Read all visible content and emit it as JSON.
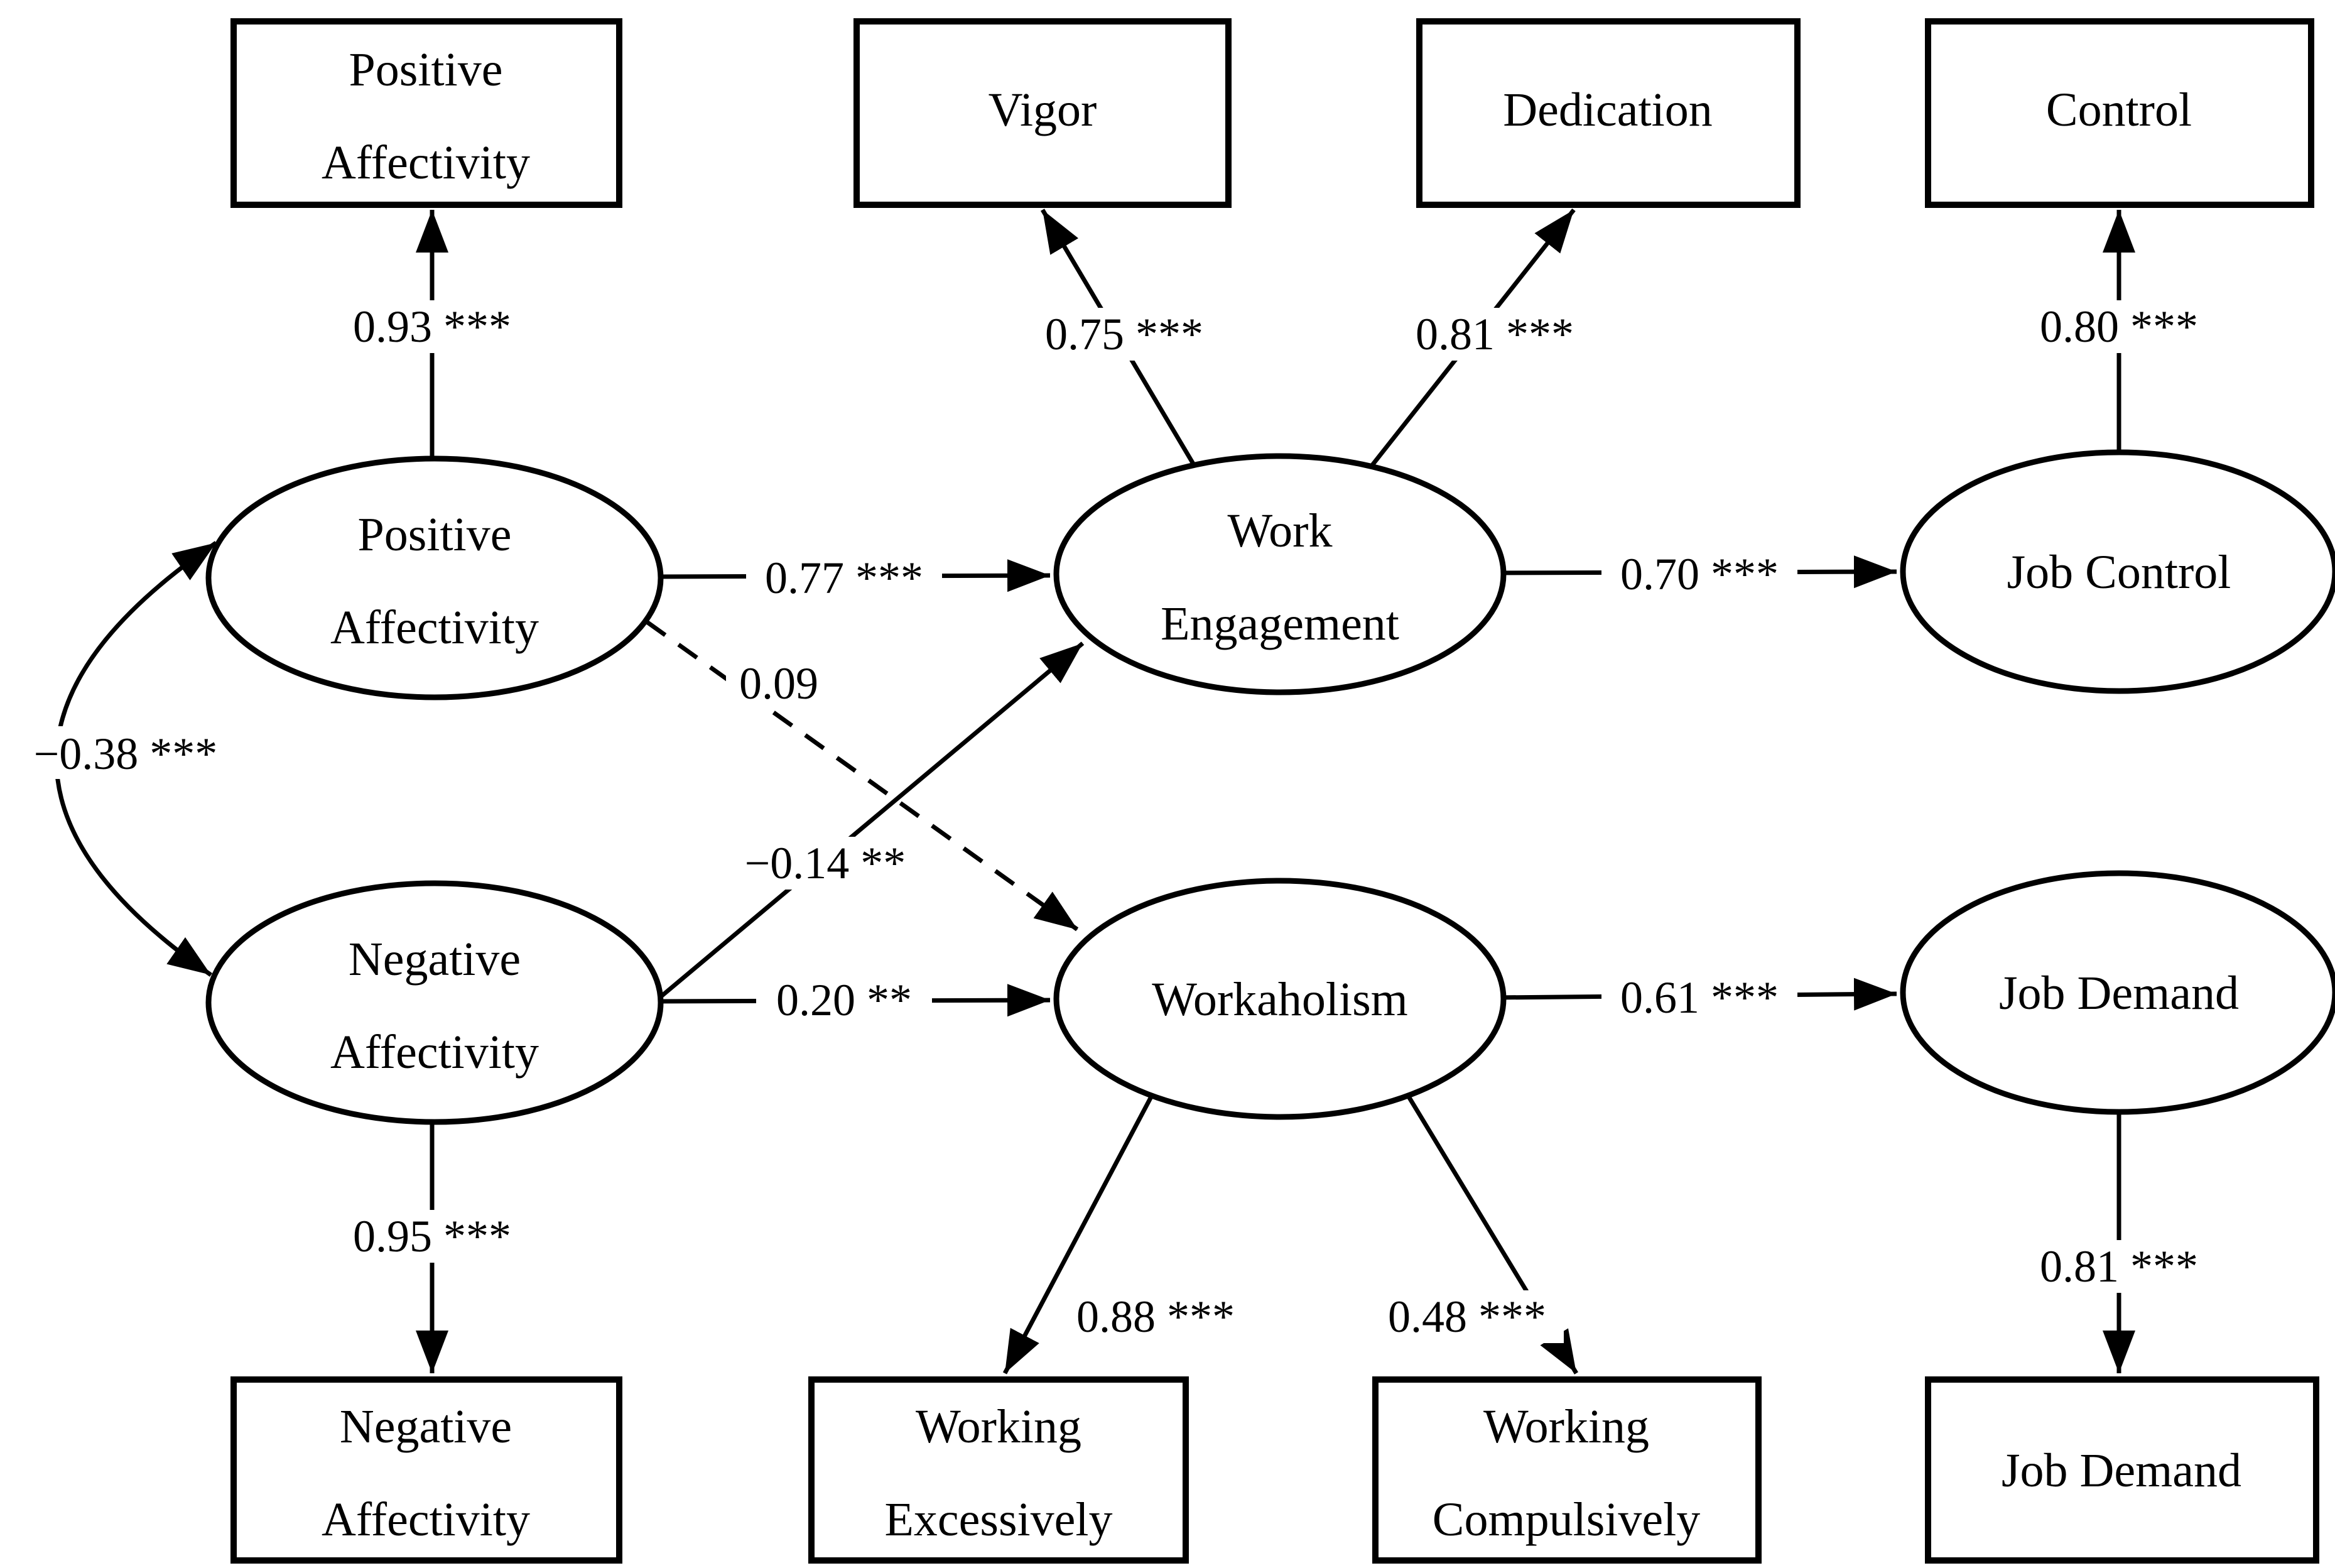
{
  "figure": {
    "type": "structural-equation-model-path-diagram",
    "background_color": "#ffffff",
    "line_color": "#000000",
    "text_color": "#000000"
  },
  "observed": {
    "positive_affectivity": {
      "line1": "Positive",
      "line2": "Affectivity"
    },
    "vigor": {
      "line1": "Vigor"
    },
    "dedication": {
      "line1": "Dedication"
    },
    "control": {
      "line1": "Control"
    },
    "negative_affectivity": {
      "line1": "Negative",
      "line2": "Affectivity"
    },
    "working_excessively": {
      "line1": "Working",
      "line2": "Excessively"
    },
    "working_compulsively": {
      "line1": "Working",
      "line2": "Compulsively"
    },
    "job_demand": {
      "line1": "Job Demand"
    }
  },
  "latent": {
    "positive_affectivity": {
      "line1": "Positive",
      "line2": "Affectivity"
    },
    "work_engagement": {
      "line1": "Work",
      "line2": "Engagement"
    },
    "job_control": {
      "line1": "Job Control"
    },
    "negative_affectivity": {
      "line1": "Negative",
      "line2": "Affectivity"
    },
    "workaholism": {
      "line1": "Workaholism"
    },
    "job_demand": {
      "line1": "Job Demand"
    }
  },
  "coefficients": {
    "pa_to_pa_observed": "0.93 ***",
    "we_to_vigor": "0.75 ***",
    "we_to_dedication": "0.81 ***",
    "jc_to_control": "0.80 ***",
    "pa_to_we": "0.77 ***",
    "pa_to_workaholism": "0.09",
    "pa_na_covariance": "−0.38 ***",
    "na_to_we": "−0.14 **",
    "na_to_workaholism": "0.20 **",
    "we_to_jc": "0.70 ***",
    "workaholism_to_jd": "0.61 ***",
    "na_to_na_observed": "0.95 ***",
    "workaholism_to_working_excessively": "0.88 ***",
    "workaholism_to_working_compulsively": "0.48 ***",
    "jd_to_jd_observed": "0.81 ***"
  }
}
